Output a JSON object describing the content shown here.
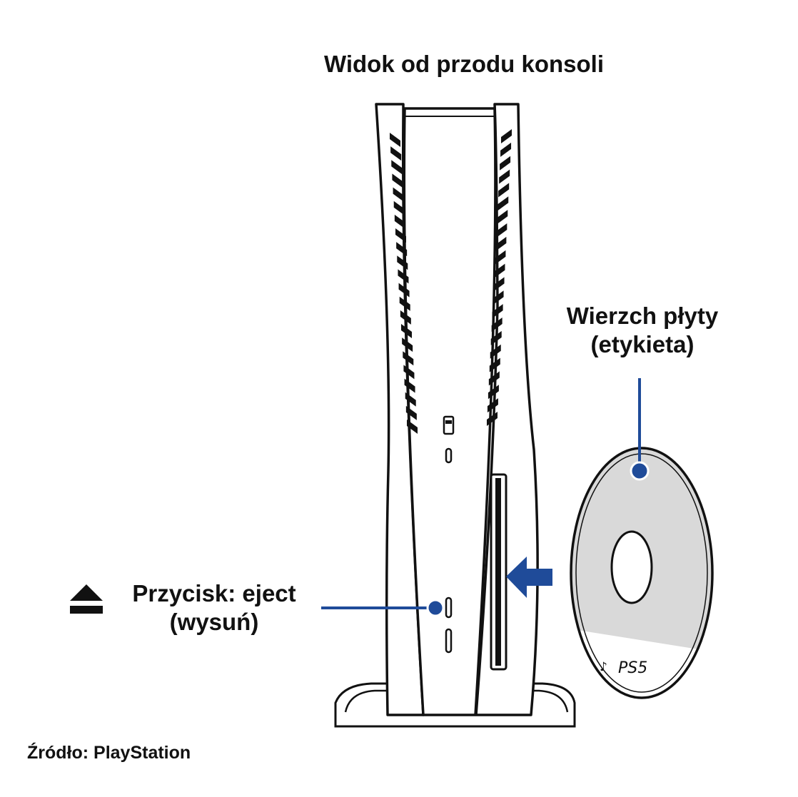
{
  "title": "Widok od przodu konsoli",
  "disc_label": {
    "line1": "Wierzch płyty",
    "line2": "(etykieta)"
  },
  "eject_label": {
    "line1": "Przycisk: eject",
    "line2": "(wysuń)"
  },
  "disc_logo": "PS5",
  "source": "Źródło: PlayStation",
  "icons": [
    "eject-icon",
    "playstation-logo-icon",
    "insert-arrow-icon"
  ],
  "colors": {
    "outline": "#111111",
    "leader_line": "#1f4b99",
    "disc_fill": "#d9d9d9",
    "disc_label_area": "#ffffff"
  }
}
